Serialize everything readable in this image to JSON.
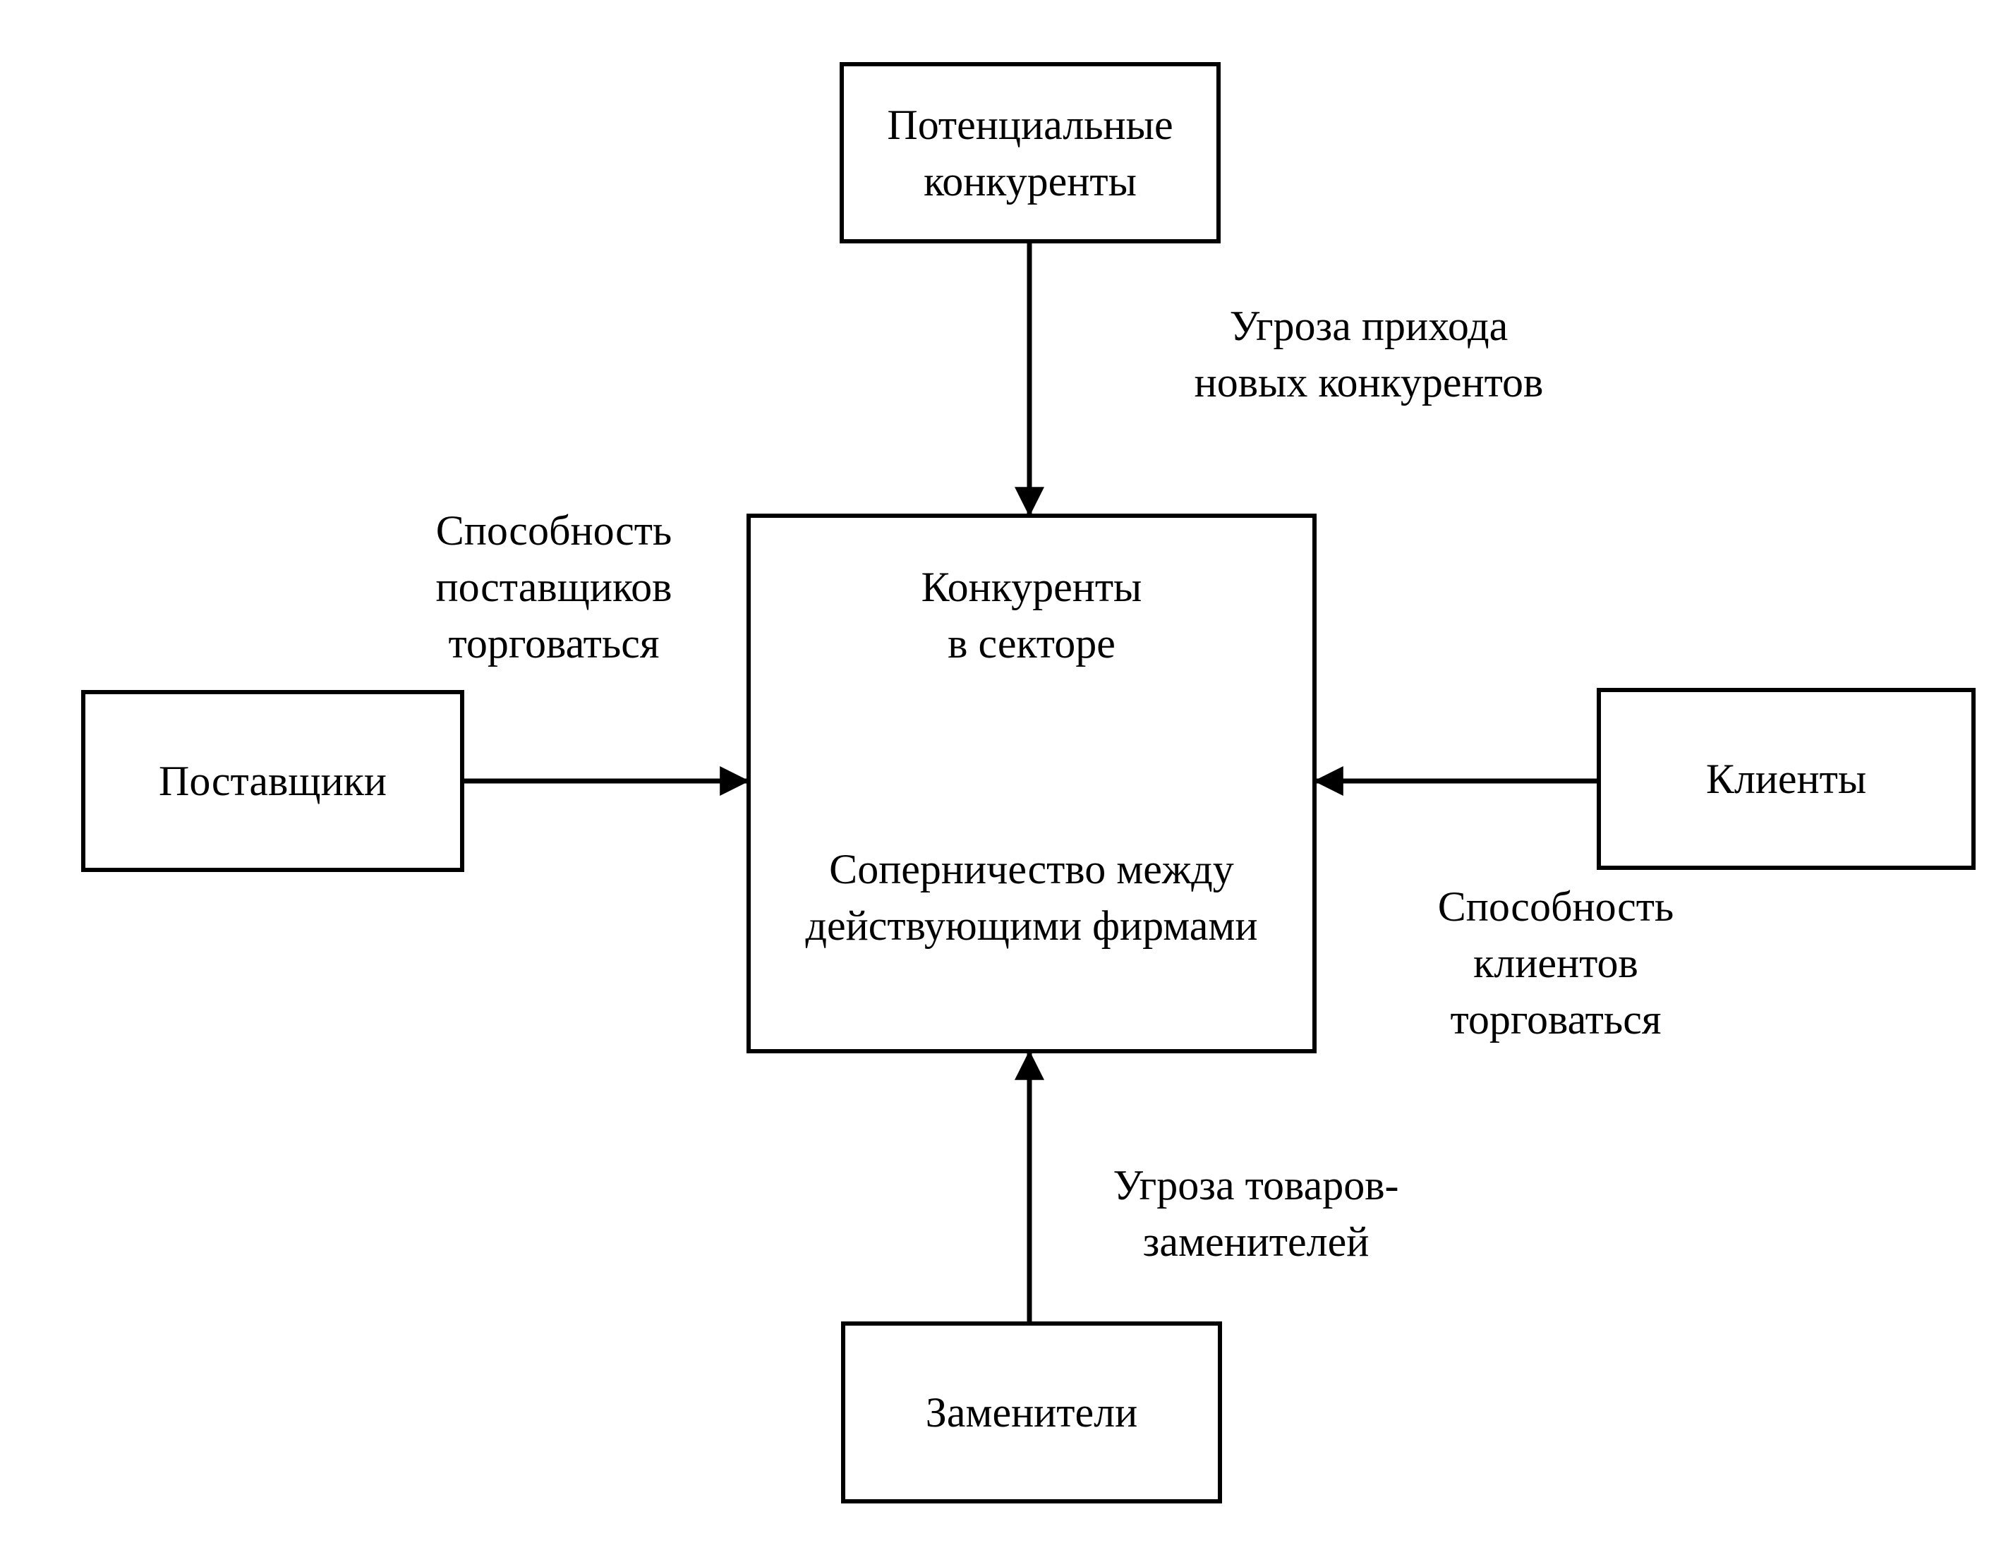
{
  "boxes": {
    "potential": "Потенциальные\nконкуренты",
    "suppliers": "Поставщики",
    "clients": "Клиенты",
    "substitutes": "Заменители",
    "center_top": "Конкуренты\nв секторе",
    "center_bottom": "Соперничество между\nдействующими фирмами"
  },
  "labels": {
    "entry_threat": "Угроза прихода\nновых конкурентов",
    "supplier_power": "Способность\nпоставщиков\nторговаться",
    "client_power": "Способность\nклиентов\nторговаться",
    "substitute_threat": "Угроза товаров-\nзаменителей"
  }
}
